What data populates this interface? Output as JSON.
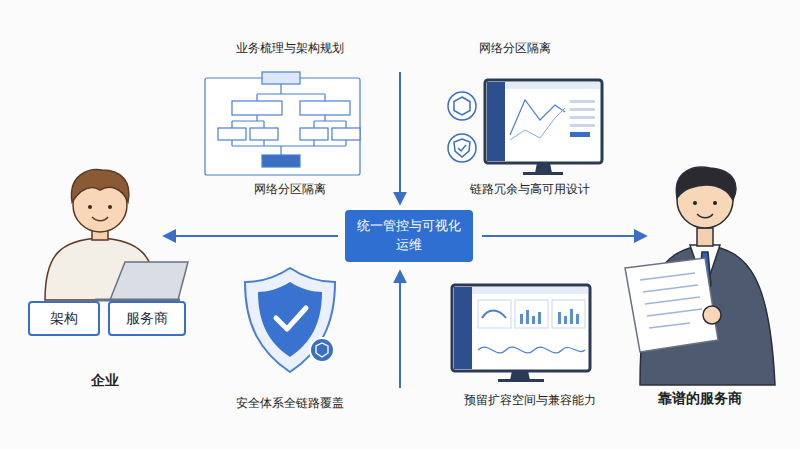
{
  "diagram": {
    "nodes": [
      {
        "text": [
          "统一管控与可视化运维"
        ]
      },
      {
        "text": [
          "架构"
        ]
      },
      {
        "text": [
          "服务商"
        ]
      }
    ],
    "labels": [
      "业务梳理与架构规划",
      "网络分区隔离",
      "网络分区隔离",
      "链路冗余与高可用设计",
      "安全体系全链路覆盖",
      "预留扩容空间与兼容能力",
      "企业",
      "靠谱的服务商"
    ]
  }
}
